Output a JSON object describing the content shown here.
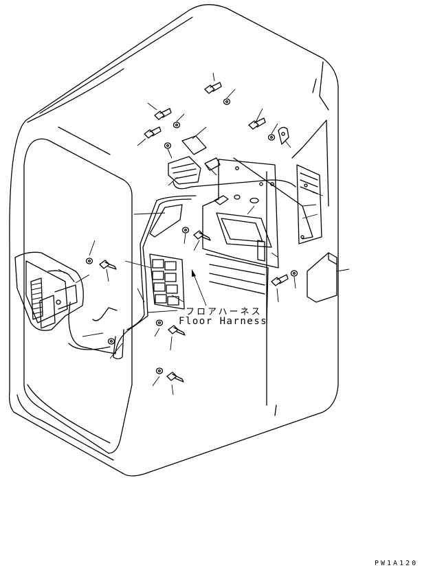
{
  "labels": {
    "japanese": "フロアハーネス",
    "english": "Floor Harness"
  },
  "drawing_code": "PW1A120"
}
